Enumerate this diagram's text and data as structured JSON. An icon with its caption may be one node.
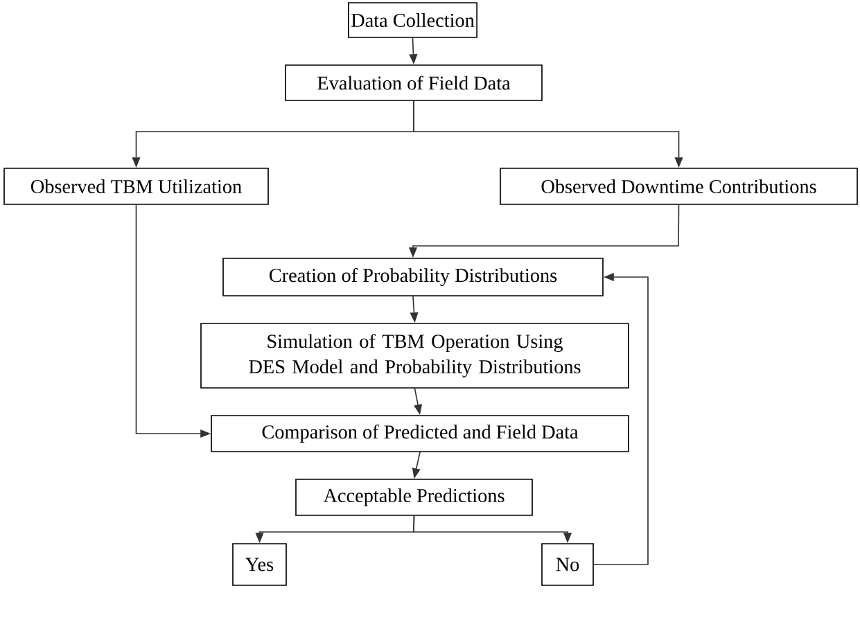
{
  "diagram": {
    "nodes": [
      {
        "text": [
          "Data Collection"
        ]
      },
      {
        "text": [
          "Evaluation of Field Data"
        ]
      },
      {
        "text": [
          "Observed TBM Utilization"
        ]
      },
      {
        "text": [
          "Observed Downtime Contributions"
        ]
      },
      {
        "text": [
          "Creation of Probability Distributions"
        ]
      },
      {
        "text": [
          "Simulation of TBM Operation Using DES Model and Probability Distributions"
        ]
      },
      {
        "text": [
          "Comparison of Predicted and Field Data"
        ]
      },
      {
        "text": [
          "Acceptable Predictions"
        ]
      },
      {
        "text": [
          "Yes"
        ]
      },
      {
        "text": [
          "No"
        ]
      }
    ],
    "edges": [
      {
        "from": 0,
        "to": 1,
        "arrow": "to"
      },
      {
        "from": 1,
        "to": 2,
        "arrow": "to"
      },
      {
        "from": 1,
        "to": 3,
        "arrow": "to"
      },
      {
        "from": 3,
        "to": 4,
        "arrow": "to"
      },
      {
        "from": 2,
        "to": 6,
        "arrow": "to"
      },
      {
        "from": 4,
        "to": 5,
        "arrow": "to"
      },
      {
        "from": 5,
        "to": 6,
        "arrow": "to"
      },
      {
        "from": 6,
        "to": 7,
        "arrow": "to"
      },
      {
        "from": 7,
        "to": 8,
        "arrow": "to"
      },
      {
        "from": 7,
        "to": 9,
        "arrow": "to"
      },
      {
        "from": 9,
        "to": 4,
        "arrow": "to"
      }
    ]
  }
}
